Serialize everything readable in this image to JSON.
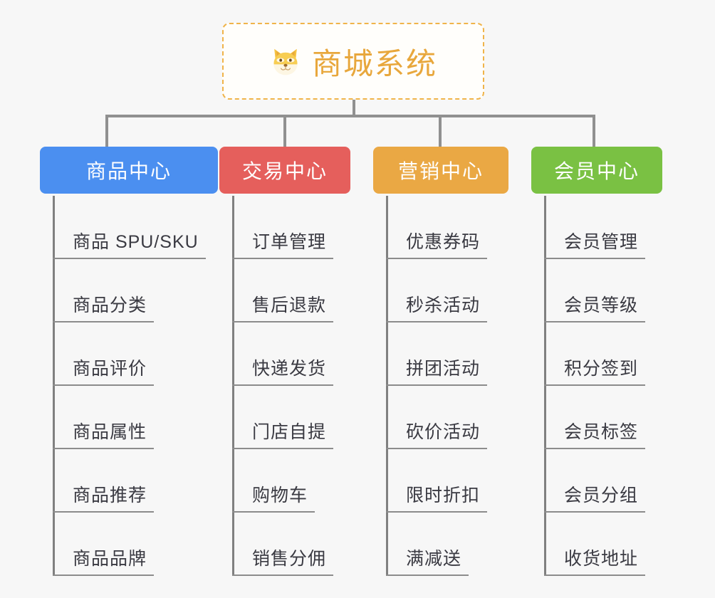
{
  "root": {
    "icon": "dog-face-icon",
    "title": "商城系统",
    "color": "#e8a73c",
    "border_color": "#f0b44a"
  },
  "branches": [
    {
      "label": "商品中心",
      "color": "#4b8ff0",
      "items": [
        "商品 SPU/SKU",
        "商品分类",
        "商品评价",
        "商品属性",
        "商品推荐",
        "商品品牌"
      ]
    },
    {
      "label": "交易中心",
      "color": "#e55f5c",
      "items": [
        "订单管理",
        "售后退款",
        "快递发货",
        "门店自提",
        "购物车",
        "销售分佣"
      ]
    },
    {
      "label": "营销中心",
      "color": "#eaa844",
      "items": [
        "优惠券码",
        "秒杀活动",
        "拼团活动",
        "砍价活动",
        "限时折扣",
        "满减送"
      ]
    },
    {
      "label": "会员中心",
      "color": "#7ac143",
      "items": [
        "会员管理",
        "会员等级",
        "积分签到",
        "会员标签",
        "会员分组",
        "收货地址"
      ]
    }
  ],
  "theme": {
    "background": "#f7f7f7",
    "connector_color": "#909090",
    "leaf_text_color": "#3a3a42",
    "leaf_rule_color": "#8c8c8c"
  }
}
